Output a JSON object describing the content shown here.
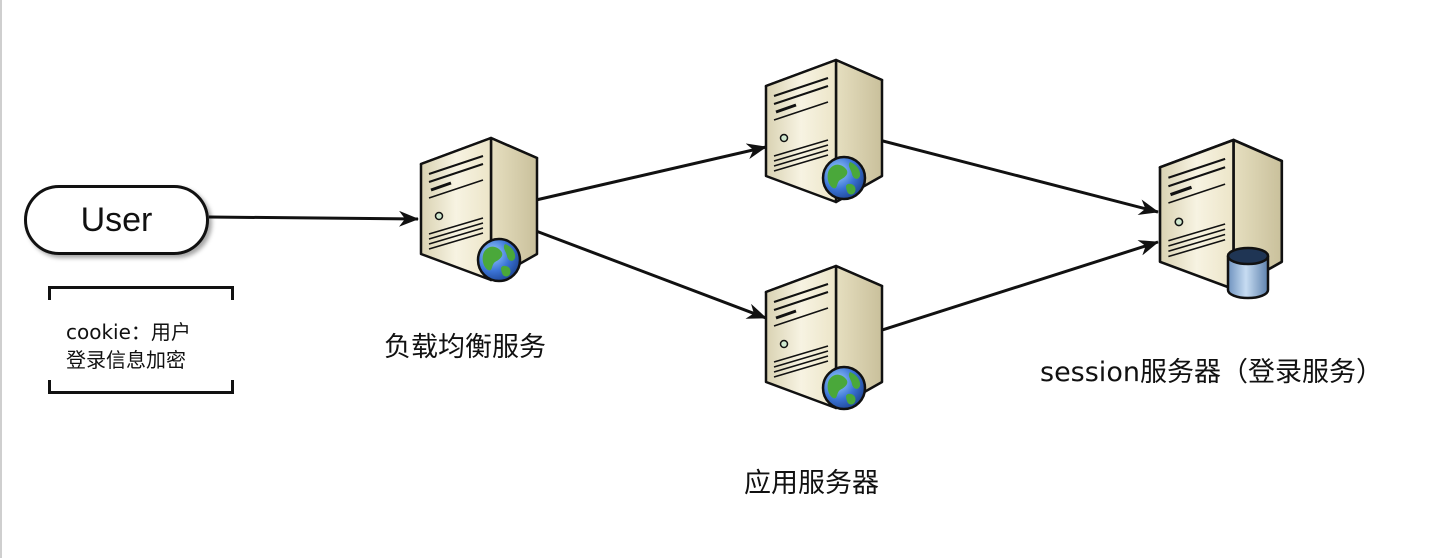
{
  "user": {
    "label": "User"
  },
  "note": {
    "line1": "cookie：用户",
    "line2": "登录信息加密"
  },
  "nodes": {
    "load_balancer": "负载均衡服务",
    "app_servers": "应用服务器",
    "session_server": "session服务器（登录服务）"
  },
  "colors": {
    "server_body": "#f3efd9",
    "stroke": "#111111",
    "globe_blue": "#3b74d6",
    "globe_green": "#4aa83a",
    "db_blue": "#8fb3d9"
  },
  "icons": {
    "server": "server-icon",
    "globe": "globe-icon",
    "database": "database-icon"
  }
}
